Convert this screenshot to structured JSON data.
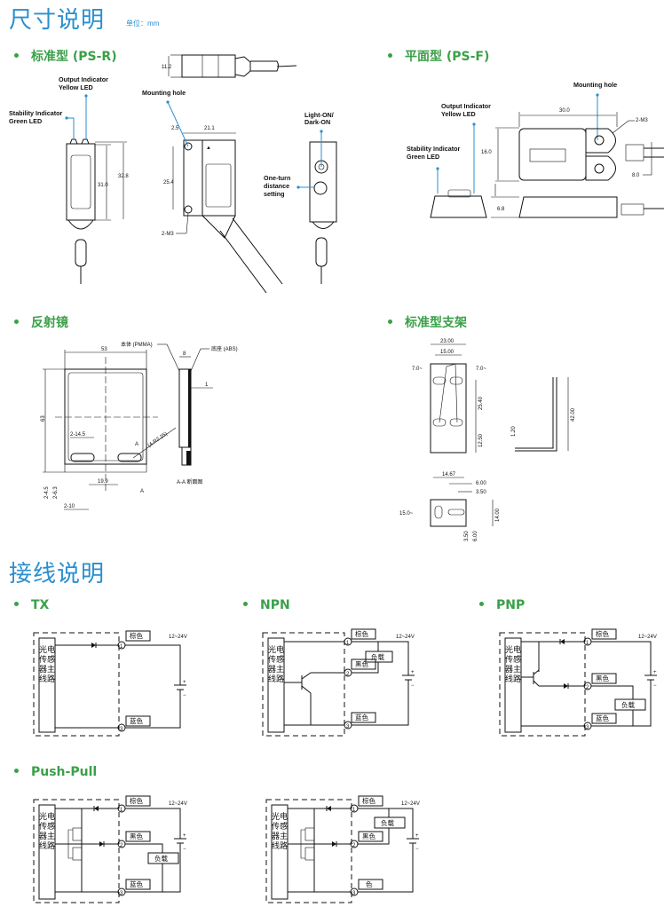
{
  "section_dimensions": {
    "title": "尺寸说明",
    "unit_label": "单位：mm"
  },
  "ps_r": {
    "heading": "标准型 (PS-R)",
    "top_dim": "11.2",
    "label_output": [
      "Output Indicator",
      "Yellow LED"
    ],
    "label_stability": [
      "Stability Indicator",
      "Green LED"
    ],
    "label_mounting": "Mounting hole",
    "label_light_on": [
      "Light-ON/",
      "Dark-ON"
    ],
    "label_one_turn": [
      "One-turn",
      "distance",
      "setting"
    ],
    "dim_31": "31.0",
    "dim_328": "32.8",
    "dim_25": "2.5",
    "dim_211": "21.1",
    "dim_254": "25.4",
    "dim_2m3": "2-M3"
  },
  "ps_f": {
    "heading": "平面型 (PS-F)",
    "label_mounting": "Mounting hole",
    "label_output": [
      "Output Indicator",
      "Yellow LED"
    ],
    "label_stability": [
      "Stability Indicator",
      "Green LED"
    ],
    "dim_30": "30.0",
    "dim_2m3": "2-M3",
    "dim_16": "16.0",
    "dim_8": "8.0",
    "dim_68": "6.8"
  },
  "reflector": {
    "heading": "反射镜",
    "dim_53": "53",
    "dim_63": "63",
    "label_body": "本体 (PMMA)",
    "label_base": "底座 (ABS)",
    "dim_8": "8",
    "dim_1": "1",
    "dim_hole": "(4-R2.25)",
    "dim_2_145": "2-14.5",
    "dim_199": "19.9",
    "dim_2_45": "2-4.5",
    "dim_2_63": "2-6.3",
    "dim_2_10": "2-10",
    "section_a": "A",
    "section_label": "A-A 断面图"
  },
  "bracket": {
    "heading": "标准型支架",
    "dim_23": "23.00",
    "dim_15": "15.00",
    "dim_7a": "7.0~",
    "dim_7b": "7.0~",
    "dim_2540": "25.40",
    "dim_1250": "12.50",
    "dim_120": "1.20",
    "dim_42": "42.00",
    "dim_1467": "14.67",
    "dim_600": "6.00",
    "dim_350": "3.50",
    "dim_15deg": "15.0~",
    "dim_1400": "14.00",
    "dim_350b": "3.50",
    "dim_600b": "6.00"
  },
  "section_wiring": {
    "title": "接线说明"
  },
  "wiring": {
    "circuit_label": "光电传感器主线路",
    "voltage": "12~24V",
    "brown": "棕色",
    "black": "黑色",
    "blue": "蓝色",
    "blue_partial": "色",
    "load": "负载",
    "pin1": "1",
    "pin2": "2",
    "pin3": "3",
    "plus": "+",
    "minus": "−",
    "diagrams": [
      {
        "heading": "TX"
      },
      {
        "heading": "NPN"
      },
      {
        "heading": "PNP"
      },
      {
        "heading": "Push-Pull"
      }
    ]
  },
  "colors": {
    "title_blue": "#2a8fd0",
    "heading_green": "#3aa048",
    "callout_blue": "#2a8fd0"
  }
}
